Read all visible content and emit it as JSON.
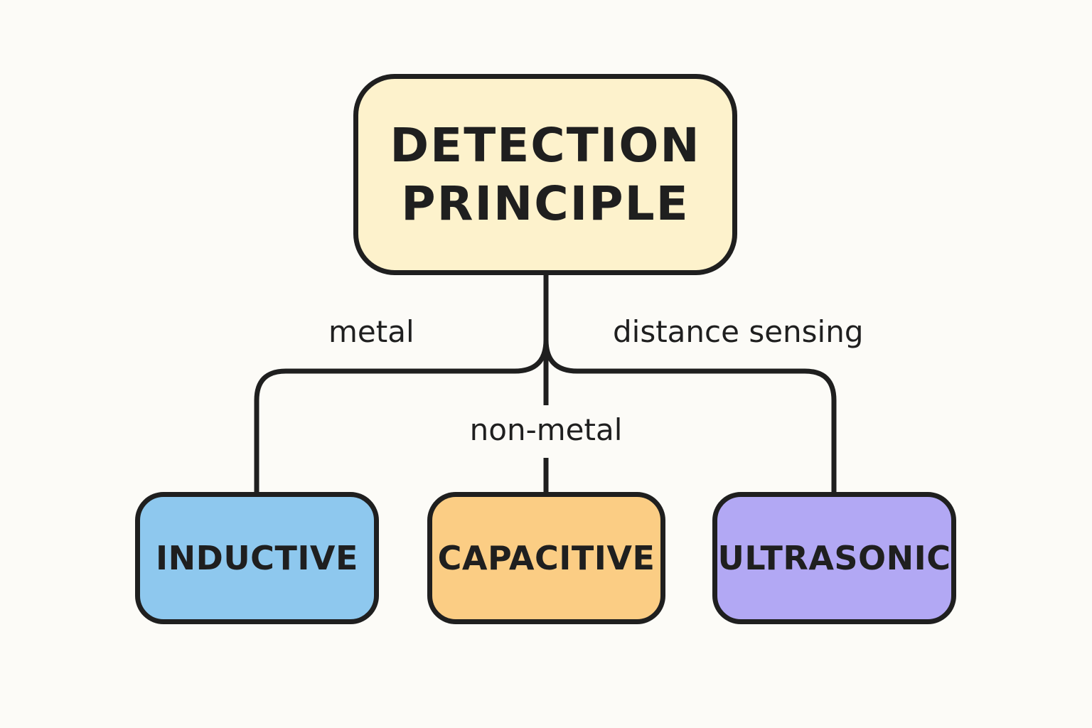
{
  "diagram": {
    "root": {
      "line1": "DETECTION",
      "line2": "PRINCIPLE",
      "fill": "#fdf2cc"
    },
    "children": [
      {
        "label": "INDUCTIVE",
        "edge_label": "metal",
        "fill": "#8ec8ee"
      },
      {
        "label": "CAPACITIVE",
        "edge_label": "non-metal",
        "fill": "#fbcd84"
      },
      {
        "label": "ULTRASONIC",
        "edge_label": "distance sensing",
        "fill": "#b2a8f4"
      }
    ],
    "stroke": "#1f1f1f",
    "background": "#fcfbf7"
  }
}
